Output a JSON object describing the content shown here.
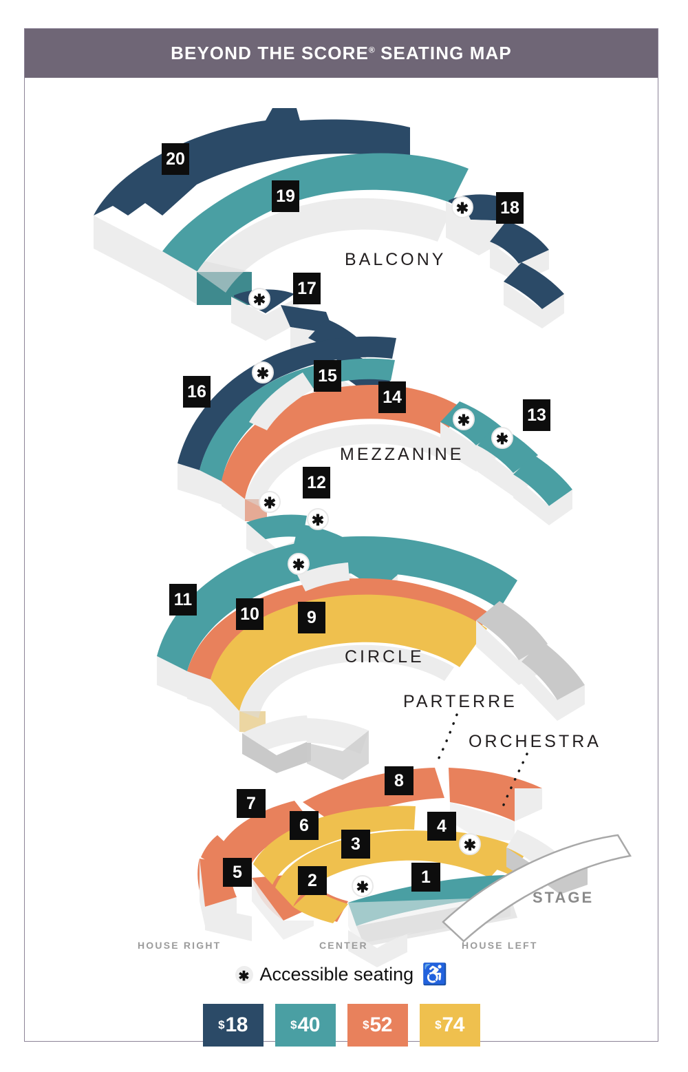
{
  "header": {
    "title": "BEYOND THE SCORE",
    "registered_mark": "®",
    "title_suffix": " SEATING MAP",
    "bar_color": "#6f6676"
  },
  "tiers": [
    {
      "name": "BALCONY"
    },
    {
      "name": "MEZZANINE"
    },
    {
      "name": "CIRCLE"
    },
    {
      "name": "PARTERRE"
    },
    {
      "name": "ORCHESTRA"
    }
  ],
  "stage": {
    "label": "STAGE"
  },
  "orientation": {
    "house_right": "HOUSE RIGHT",
    "center": "CENTER",
    "house_left": "HOUSE LEFT"
  },
  "sections": [
    {
      "number": "1",
      "tier": "Orchestra",
      "price": "$40"
    },
    {
      "number": "2",
      "tier": "Orchestra",
      "price": "$52"
    },
    {
      "number": "3",
      "tier": "Orchestra",
      "price": "$74"
    },
    {
      "number": "4",
      "tier": "Orchestra",
      "price": "$74"
    },
    {
      "number": "5",
      "tier": "Orchestra",
      "price": "$52"
    },
    {
      "number": "6",
      "tier": "Orchestra",
      "price": "$74"
    },
    {
      "number": "7",
      "tier": "Orchestra",
      "price": "$52"
    },
    {
      "number": "8",
      "tier": "Parterre",
      "price": "$52"
    },
    {
      "number": "9",
      "tier": "Circle",
      "price": "$74"
    },
    {
      "number": "10",
      "tier": "Circle",
      "price": "$52"
    },
    {
      "number": "11",
      "tier": "Circle",
      "price": "$40"
    },
    {
      "number": "12",
      "tier": "Mezzanine",
      "price": "$40"
    },
    {
      "number": "13",
      "tier": "Mezzanine",
      "price": "$40"
    },
    {
      "number": "14",
      "tier": "Mezzanine",
      "price": "$52"
    },
    {
      "number": "15",
      "tier": "Mezzanine",
      "price": "$40"
    },
    {
      "number": "16",
      "tier": "Mezzanine",
      "price": "$18"
    },
    {
      "number": "17",
      "tier": "Balcony",
      "price": "$18"
    },
    {
      "number": "18",
      "tier": "Balcony",
      "price": "$18"
    },
    {
      "number": "19",
      "tier": "Balcony",
      "price": "$40"
    },
    {
      "number": "20",
      "tier": "Balcony",
      "price": "$18"
    }
  ],
  "accessible": {
    "marker": "✱",
    "legend_text": "Accessible seating",
    "wheelchair_icon": "♿"
  },
  "price_legend": [
    {
      "currency": "$",
      "amount": "18",
      "color": "#2b4a67"
    },
    {
      "currency": "$",
      "amount": "40",
      "color": "#4a9fa3"
    },
    {
      "currency": "$",
      "amount": "52",
      "color": "#e8815c"
    },
    {
      "currency": "$",
      "amount": "74",
      "color": "#efc04e"
    }
  ],
  "palette": {
    "navy": "#2b4a67",
    "teal": "#4a9fa3",
    "coral": "#e8815c",
    "gold": "#efc04e",
    "gray_light": "#e8e8e8",
    "gray_mid": "#d2d2d2",
    "gray_dark": "#c4c4c4",
    "outline": "#9b9b9b"
  }
}
